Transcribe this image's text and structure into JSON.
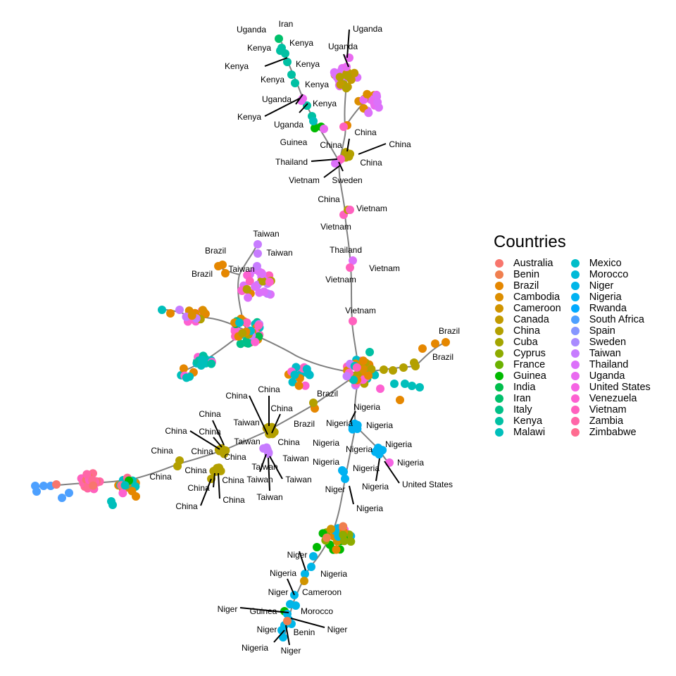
{
  "legend": {
    "title": "Countries",
    "countries": [
      {
        "name": "Australia",
        "color": "#F8766D"
      },
      {
        "name": "Benin",
        "color": "#F07F4F"
      },
      {
        "name": "Brazil",
        "color": "#E58700"
      },
      {
        "name": "Cambodia",
        "color": "#DC8E00"
      },
      {
        "name": "Cameroon",
        "color": "#D09400"
      },
      {
        "name": "Canada",
        "color": "#C29A00"
      },
      {
        "name": "China",
        "color": "#B3A000"
      },
      {
        "name": "Cuba",
        "color": "#A3A500"
      },
      {
        "name": "Cyprus",
        "color": "#8EAB00"
      },
      {
        "name": "France",
        "color": "#6BB100"
      },
      {
        "name": "Guinea",
        "color": "#00BA00"
      },
      {
        "name": "India",
        "color": "#00BE4C"
      },
      {
        "name": "Iran",
        "color": "#00C06B"
      },
      {
        "name": "Italy",
        "color": "#00C088"
      },
      {
        "name": "Kenya",
        "color": "#00C0A3"
      },
      {
        "name": "Malawi",
        "color": "#00BFBB"
      },
      {
        "name": "Mexico",
        "color": "#00BDC9"
      },
      {
        "name": "Morocco",
        "color": "#00BAD8"
      },
      {
        "name": "Niger",
        "color": "#00B6E8"
      },
      {
        "name": "Nigeria",
        "color": "#00B2F2"
      },
      {
        "name": "Rwanda",
        "color": "#00A9FF"
      },
      {
        "name": "South Africa",
        "color": "#4DA0FF"
      },
      {
        "name": "Spain",
        "color": "#8696FF"
      },
      {
        "name": "Sweden",
        "color": "#A98BFF"
      },
      {
        "name": "Taiwan",
        "color": "#C77CFF"
      },
      {
        "name": "Thailand",
        "color": "#DC71FA"
      },
      {
        "name": "Uganda",
        "color": "#E96AF0"
      },
      {
        "name": "United States",
        "color": "#F564E3"
      },
      {
        "name": "Venezuela",
        "color": "#FD61D1"
      },
      {
        "name": "Vietnam",
        "color": "#FF61BE"
      },
      {
        "name": "Zambia",
        "color": "#FF66A8"
      },
      {
        "name": "Zimbabwe",
        "color": "#FF6C91"
      }
    ]
  },
  "edge_color": "#808080",
  "labels": [
    "Uganda",
    "Iran",
    "Kenya",
    "Kenya",
    "Kenya",
    "Kenya",
    "Kenya",
    "Kenya",
    "Uganda",
    "Kenya",
    "Kenya",
    "Uganda",
    "Guinea",
    "Uganda",
    "Uganda",
    "China",
    "China",
    "China",
    "Thailand",
    "China",
    "Vietnam",
    "Sweden",
    "China",
    "Vietnam",
    "Vietnam",
    "Taiwan",
    "Taiwan",
    "Brazil",
    "Taiwan",
    "Brazil",
    "Thailand",
    "Vietnam",
    "Vietnam",
    "Vietnam",
    "Brazil",
    "Brazil",
    "China",
    "China",
    "China",
    "China",
    "Brazil",
    "Taiwan",
    "Brazil",
    "China",
    "China",
    "Nigeria",
    "Nigeria",
    "Nigeria",
    "Taiwan",
    "China",
    "China",
    "China",
    "Nigeria",
    "Nigeria",
    "Nigeria",
    "China",
    "Taiwan",
    "Taiwan",
    "Nigeria",
    "Nigeria",
    "Nigeria",
    "China",
    "China",
    "Taiwan",
    "Taiwan",
    "China",
    "United States",
    "China",
    "China",
    "Taiwan",
    "Nigeria",
    "Niger",
    "China",
    "Nigeria",
    "Niger",
    "Nigeria",
    "Nigeria",
    "Niger",
    "Cameroon",
    "Guinea",
    "Morocco",
    "Niger",
    "Niger",
    "Benin",
    "Niger",
    "Nigeria",
    "Niger"
  ]
}
